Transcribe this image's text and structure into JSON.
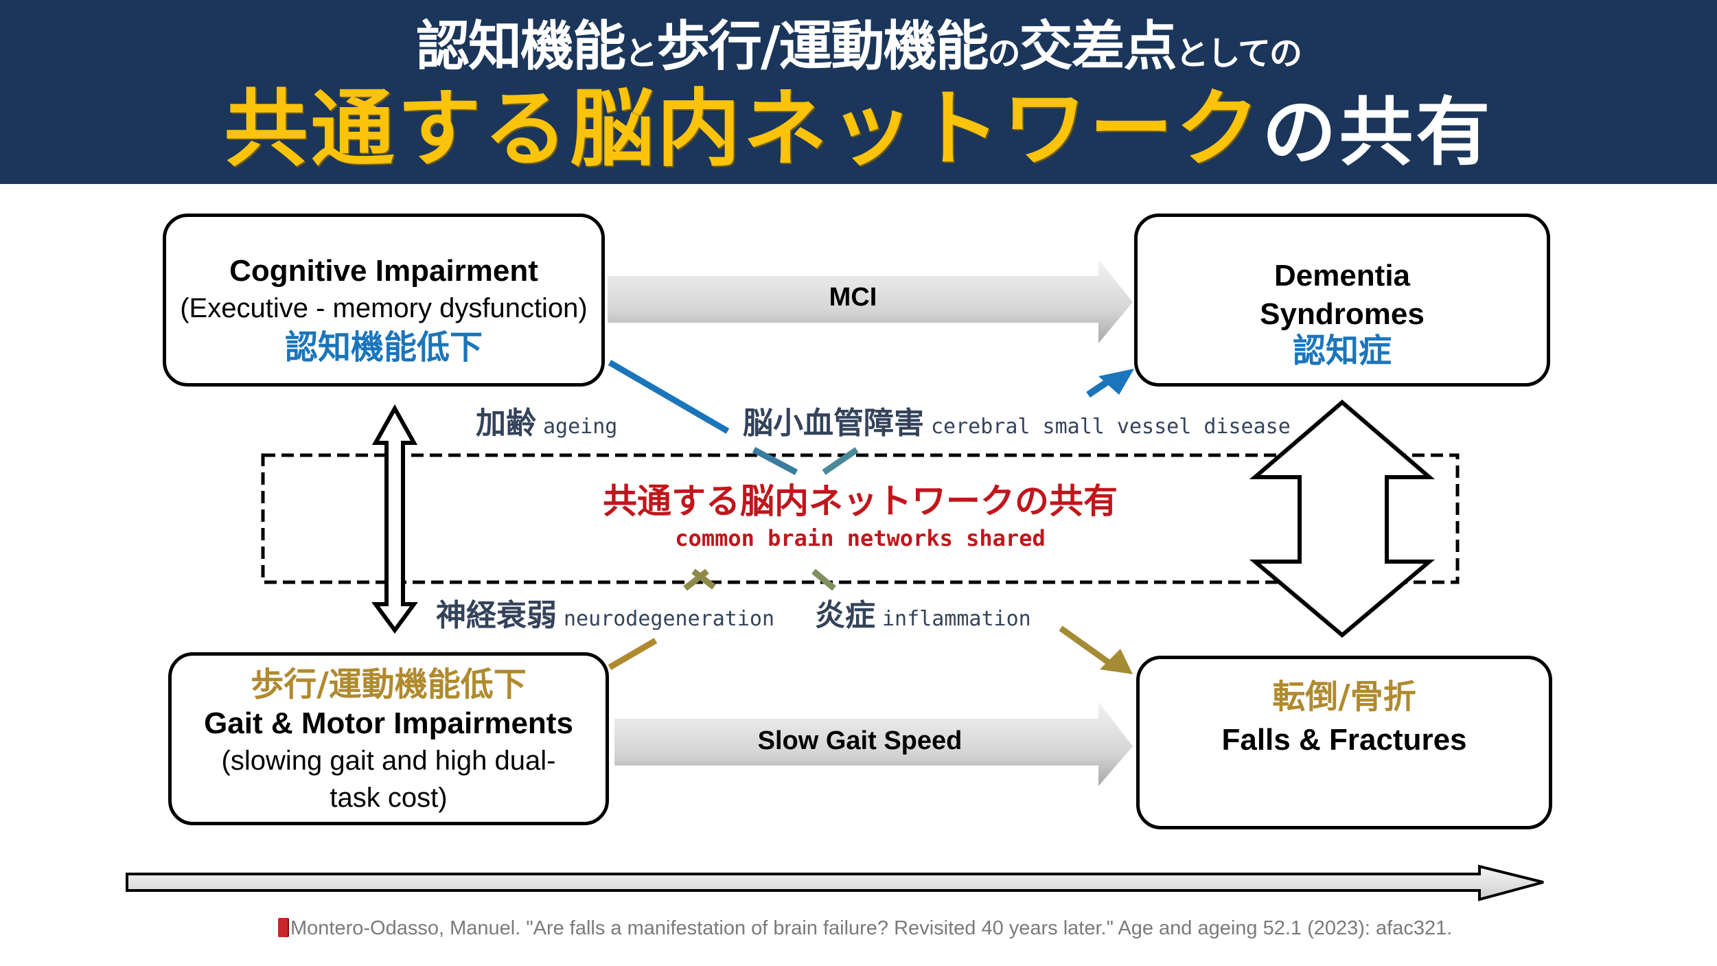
{
  "header": {
    "line1": [
      {
        "text": "認知機能",
        "size": "large"
      },
      {
        "text": "と",
        "size": "small"
      },
      {
        "text": "歩行/運動機能",
        "size": "large"
      },
      {
        "text": "の",
        "size": "small"
      },
      {
        "text": "交差点",
        "size": "large"
      },
      {
        "text": "としての",
        "size": "small"
      }
    ],
    "line2_highlight": "共通する脳内ネットワーク",
    "line2_rest": "の共有",
    "colors": {
      "background": "#1b365a",
      "highlight": "#fcc30b",
      "text": "#ffffff"
    }
  },
  "boxes": {
    "cognitive": {
      "title": "Cognitive Impairment",
      "subtitle": "(Executive - memory dysfunction)",
      "jp": "認知機能低下"
    },
    "dementia": {
      "title_line1": "Dementia",
      "title_line2": "Syndromes",
      "jp": "認知症"
    },
    "gait": {
      "jp": "歩行/運動機能低下",
      "title": "Gait & Motor Impairments",
      "subtitle_line1": "(slowing gait and high dual-",
      "subtitle_line2": "task cost)"
    },
    "falls": {
      "jp": "転倒/骨折",
      "title": "Falls & Fractures"
    }
  },
  "arrows": {
    "top_label": "MCI",
    "bottom_label": "Slow Gait Speed"
  },
  "factors": {
    "ageing": {
      "jp": "加齢",
      "en": "ageing"
    },
    "csvd": {
      "jp": "脳小血管障害",
      "en": "cerebral small vessel disease"
    },
    "neuro": {
      "jp": "神経衰弱",
      "en": "neurodegeneration"
    },
    "inflammation": {
      "jp": "炎症",
      "en": "inflammation"
    }
  },
  "center": {
    "jp": "共通する脳内ネットワークの共有",
    "en": "common brain networks shared"
  },
  "citation": {
    "icon": "book-icon",
    "text": "Montero-Odasso, Manuel. \"Are falls a manifestation of brain failure? Revisited 40 years later.\" Age and ageing 52.1 (2023): afac321."
  },
  "colors": {
    "blue": "#1b75bb",
    "gold": "#b08a2e",
    "red": "#c0161c",
    "factor_text": "#34435a"
  }
}
